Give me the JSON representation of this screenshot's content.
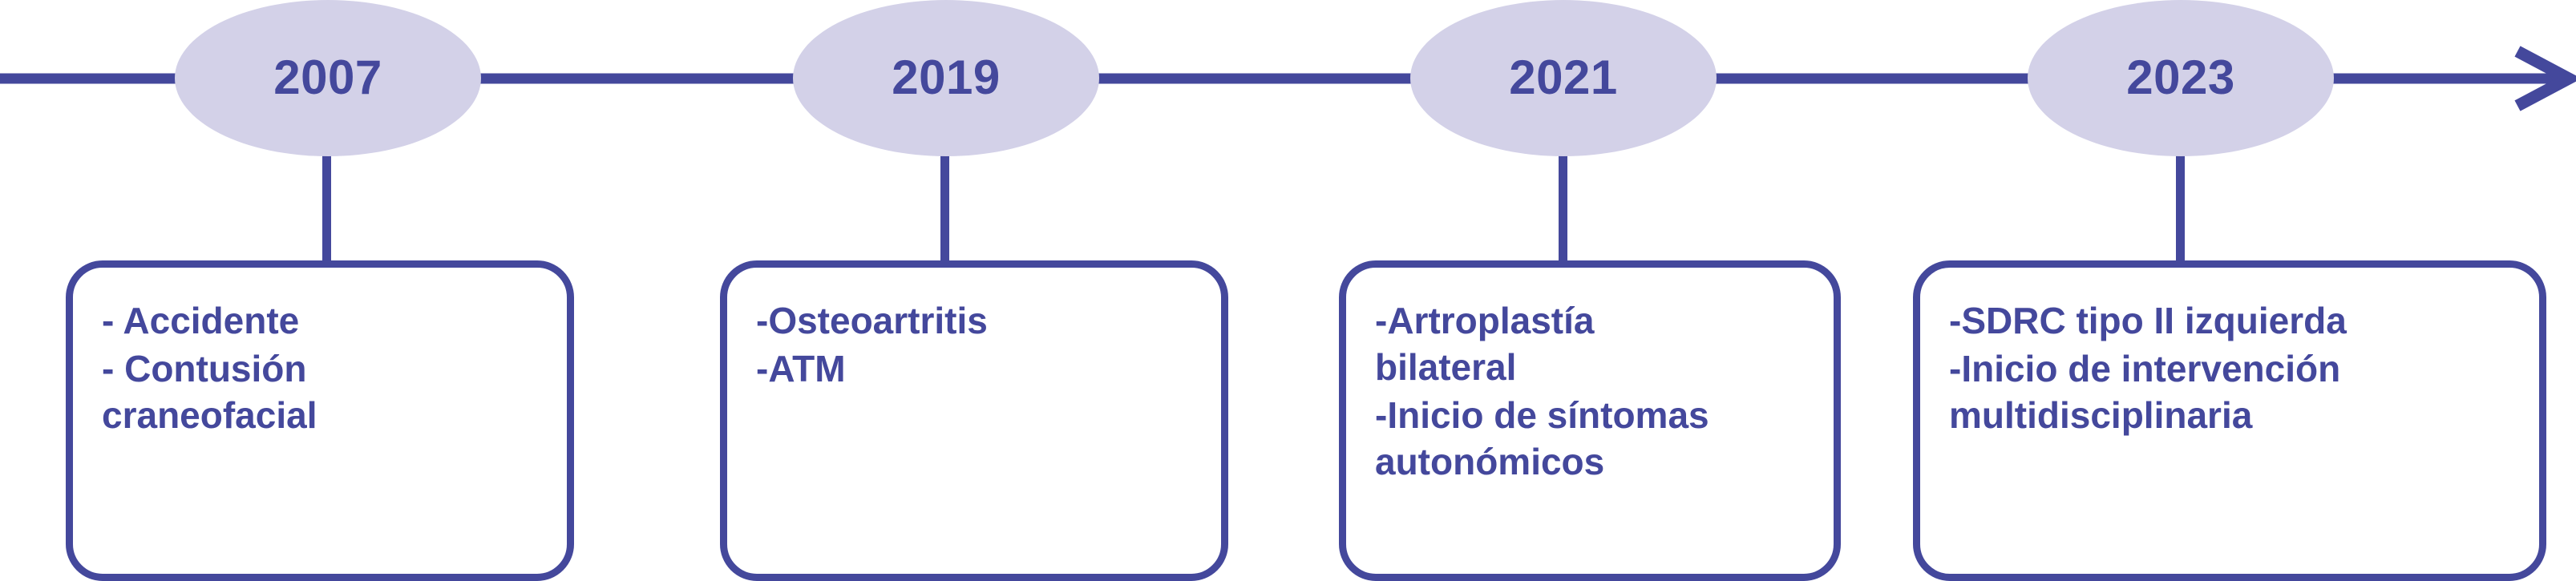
{
  "diagram": {
    "type": "horizontal-timeline",
    "title": "",
    "direction": "left-to-right",
    "colors": {
      "accent": "#44489C",
      "node_fill": "#D3D1E8",
      "card_border": "#44489C",
      "card_fill": "#FFFFFF",
      "background": "#FFFFFF",
      "text": "#44489C"
    },
    "axis": {
      "arrow_icon": "arrow-right-icon",
      "arrow_direction": "right"
    },
    "events": [
      {
        "year": "2007",
        "items": [
          "- Accidente",
          "- Contusión\ncraneofacial"
        ]
      },
      {
        "year": "2019",
        "items": [
          "-Osteoartritis",
          "-ATM"
        ]
      },
      {
        "year": "2021",
        "items": [
          "-Artroplastía\n bilateral",
          "-Inicio de síntomas\n autonómicos"
        ]
      },
      {
        "year": "2023",
        "items": [
          "-SDRC tipo II izquierda",
          "-Inicio de intervención\n multidisciplinaria"
        ]
      }
    ]
  }
}
